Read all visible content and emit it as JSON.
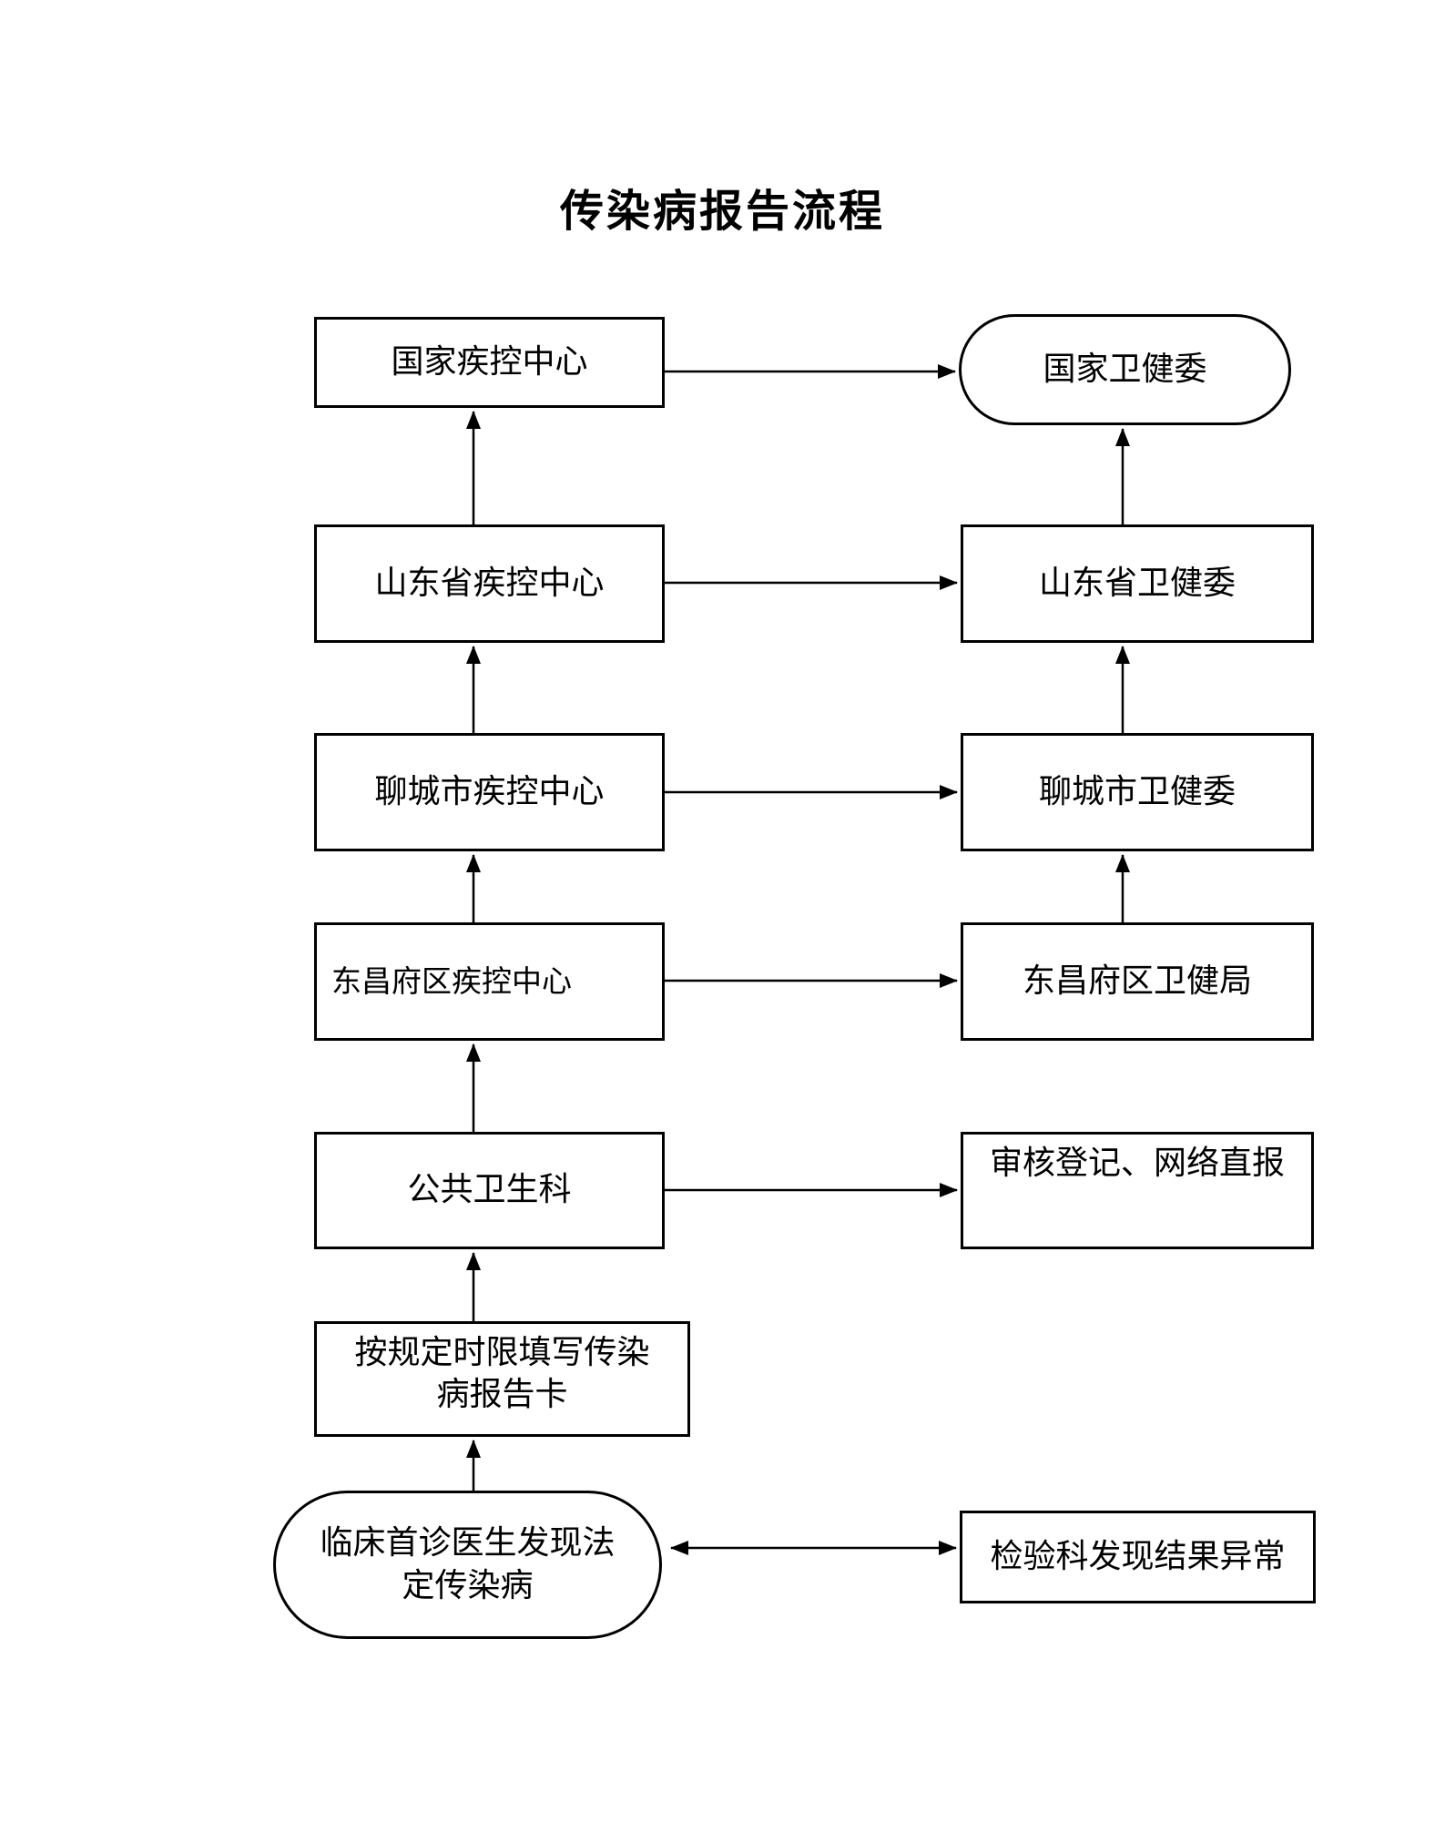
{
  "page": {
    "title": "传染病报告流程"
  },
  "colors": {
    "background": "#ffffff",
    "line": "#000000",
    "text": "#000000"
  },
  "nodes": {
    "national_cdc": {
      "label": "国家疾控中心",
      "shape": "rect"
    },
    "national_health_commission": {
      "label": "国家卫健委",
      "shape": "stadium"
    },
    "shandong_cdc": {
      "label": "山东省疾控中心",
      "shape": "rect"
    },
    "shandong_health_commission": {
      "label": "山东省卫健委",
      "shape": "rect"
    },
    "liaocheng_cdc": {
      "label": "聊城市疾控中心",
      "shape": "rect"
    },
    "liaocheng_health_commission": {
      "label": "聊城市卫健委",
      "shape": "rect"
    },
    "dongchangfu_cdc": {
      "label": "东昌府区疾控中心",
      "shape": "rect"
    },
    "dongchangfu_health_bureau": {
      "label": "东昌府区卫健局",
      "shape": "rect"
    },
    "public_health_dept": {
      "label": "公共卫生科",
      "shape": "rect"
    },
    "audit_network_report": {
      "label": "审核登记、网络直报",
      "shape": "rect"
    },
    "fill_report_card": {
      "label": "按规定时限填写传染\n病报告卡",
      "shape": "rect"
    },
    "first_visit_clinician": {
      "label": "临床首诊医生发现法\n定传染病",
      "shape": "stadium"
    },
    "lab_abnormal_result": {
      "label": "检验科发现结果异常",
      "shape": "rect"
    }
  },
  "edges": [
    {
      "from": "first_visit_clinician",
      "to": "fill_report_card",
      "direction": "up"
    },
    {
      "from": "fill_report_card",
      "to": "public_health_dept",
      "direction": "up"
    },
    {
      "from": "public_health_dept",
      "to": "dongchangfu_cdc",
      "direction": "up"
    },
    {
      "from": "dongchangfu_cdc",
      "to": "liaocheng_cdc",
      "direction": "up"
    },
    {
      "from": "liaocheng_cdc",
      "to": "shandong_cdc",
      "direction": "up"
    },
    {
      "from": "shandong_cdc",
      "to": "national_cdc",
      "direction": "up"
    },
    {
      "from": "dongchangfu_health_bureau",
      "to": "liaocheng_health_commission",
      "direction": "up"
    },
    {
      "from": "liaocheng_health_commission",
      "to": "shandong_health_commission",
      "direction": "up"
    },
    {
      "from": "shandong_health_commission",
      "to": "national_health_commission",
      "direction": "up"
    },
    {
      "from": "national_cdc",
      "to": "national_health_commission",
      "direction": "right"
    },
    {
      "from": "shandong_cdc",
      "to": "shandong_health_commission",
      "direction": "right"
    },
    {
      "from": "liaocheng_cdc",
      "to": "liaocheng_health_commission",
      "direction": "right"
    },
    {
      "from": "dongchangfu_cdc",
      "to": "dongchangfu_health_bureau",
      "direction": "right"
    },
    {
      "from": "public_health_dept",
      "to": "audit_network_report",
      "direction": "right"
    },
    {
      "from": "first_visit_clinician",
      "to": "lab_abnormal_result",
      "direction": "both"
    }
  ]
}
